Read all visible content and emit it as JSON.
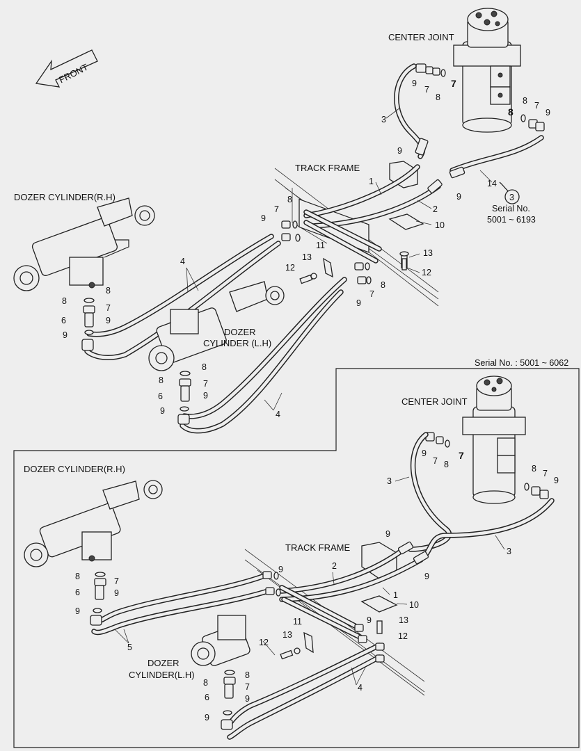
{
  "top": {
    "front_label": "FRONT",
    "center_joint": "CENTER JOINT",
    "track_frame": "TRACK FRAME",
    "dozer_rh": "DOZER CYLINDER(R.H)",
    "dozer_lh_line1": "DOZER",
    "dozer_lh_line2": "CYLINDER (L.H)",
    "serial_line1": "Serial No.",
    "serial_line2": "5001 ~ 6193",
    "circled_ref": "3"
  },
  "bottom": {
    "serial_header": "Serial No. : 5001 ~ 6062",
    "center_joint": "CENTER JOINT",
    "track_frame": "TRACK FRAME",
    "dozer_rh": "DOZER CYLINDER(R.H)",
    "dozer_lh_line1": "DOZER",
    "dozer_lh_line2": "CYLINDER(L.H)"
  },
  "callouts_top": [
    "9",
    "7",
    "7",
    "8",
    "3",
    "8",
    "7",
    "9",
    "8",
    "9",
    "14",
    "9",
    "1",
    "2",
    "10",
    "9",
    "7",
    "8",
    "11",
    "13",
    "13",
    "12",
    "12",
    "8",
    "9",
    "7",
    "4",
    "8",
    "8",
    "7",
    "6",
    "9",
    "9",
    "8",
    "8",
    "7",
    "6",
    "9",
    "9",
    "4"
  ],
  "callouts_bottom": [
    "9",
    "7",
    "8",
    "7",
    "8",
    "7",
    "9",
    "3",
    "3",
    "9",
    "2",
    "9",
    "9",
    "1",
    "10",
    "13",
    "12",
    "9",
    "11",
    "13",
    "12",
    "8",
    "7",
    "6",
    "9",
    "9",
    "5",
    "4",
    "8",
    "8",
    "7",
    "6",
    "9",
    "9"
  ]
}
